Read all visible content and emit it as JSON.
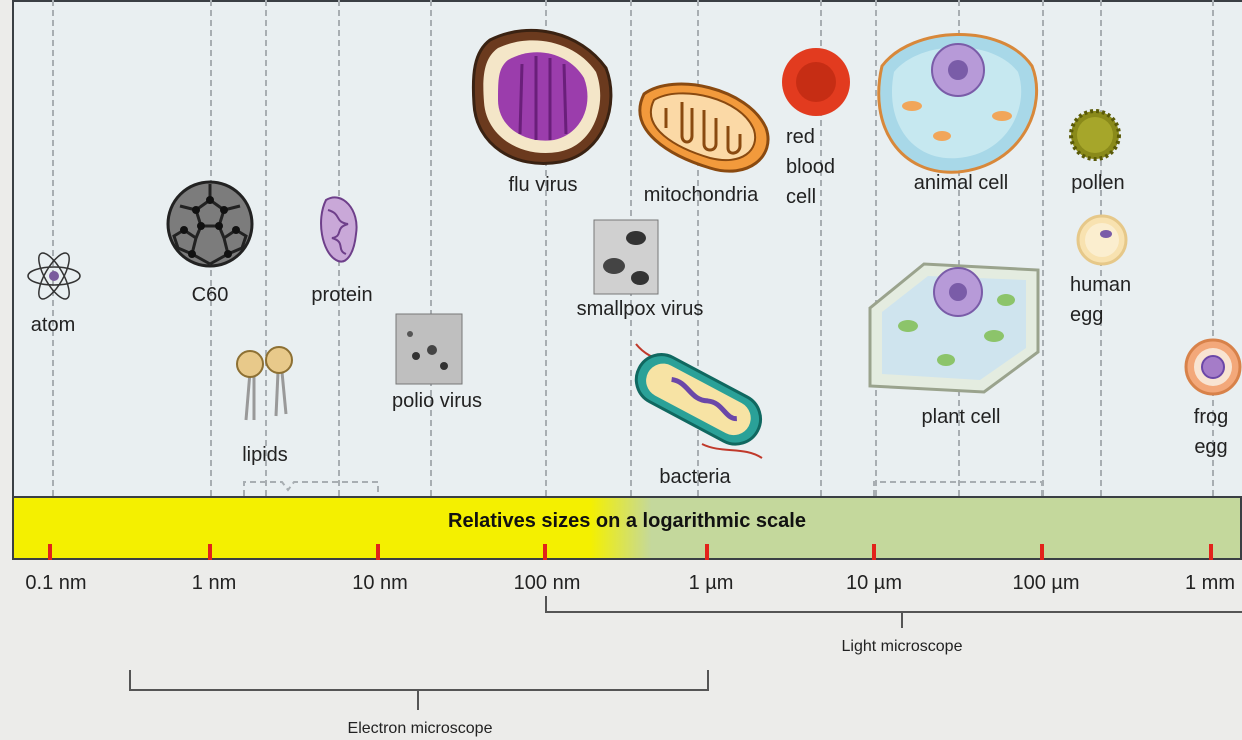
{
  "scale": {
    "title": "Relatives sizes on a logarithmic scale",
    "ticks": [
      "0.1 nm",
      "1 nm",
      "10 nm",
      "100 nm",
      "1 µm",
      "10 µm",
      "100 µm",
      "1 mm"
    ]
  },
  "objects": {
    "atom": "atom",
    "c60": "C60",
    "protein": "protein",
    "lipids": "lipids",
    "polio": "polio virus",
    "flu": "flu virus",
    "smallpox": "smallpox virus",
    "mitochondria": "mitochondria",
    "bacteria": "bacteria",
    "rbc": "red\nblood\ncell",
    "animal_cell": "animal cell",
    "plant_cell": "plant cell",
    "pollen": "pollen",
    "human_egg": "human\negg",
    "frog_egg": "frog\negg"
  },
  "microscopes": {
    "light": "Light microscope",
    "electron": "Electron microscope"
  },
  "colors": {
    "bar_yellow": "#f4f000",
    "bar_green": "#c4d89c",
    "tick_red": "#e2231a",
    "panel_bg": "#e9eff1"
  }
}
